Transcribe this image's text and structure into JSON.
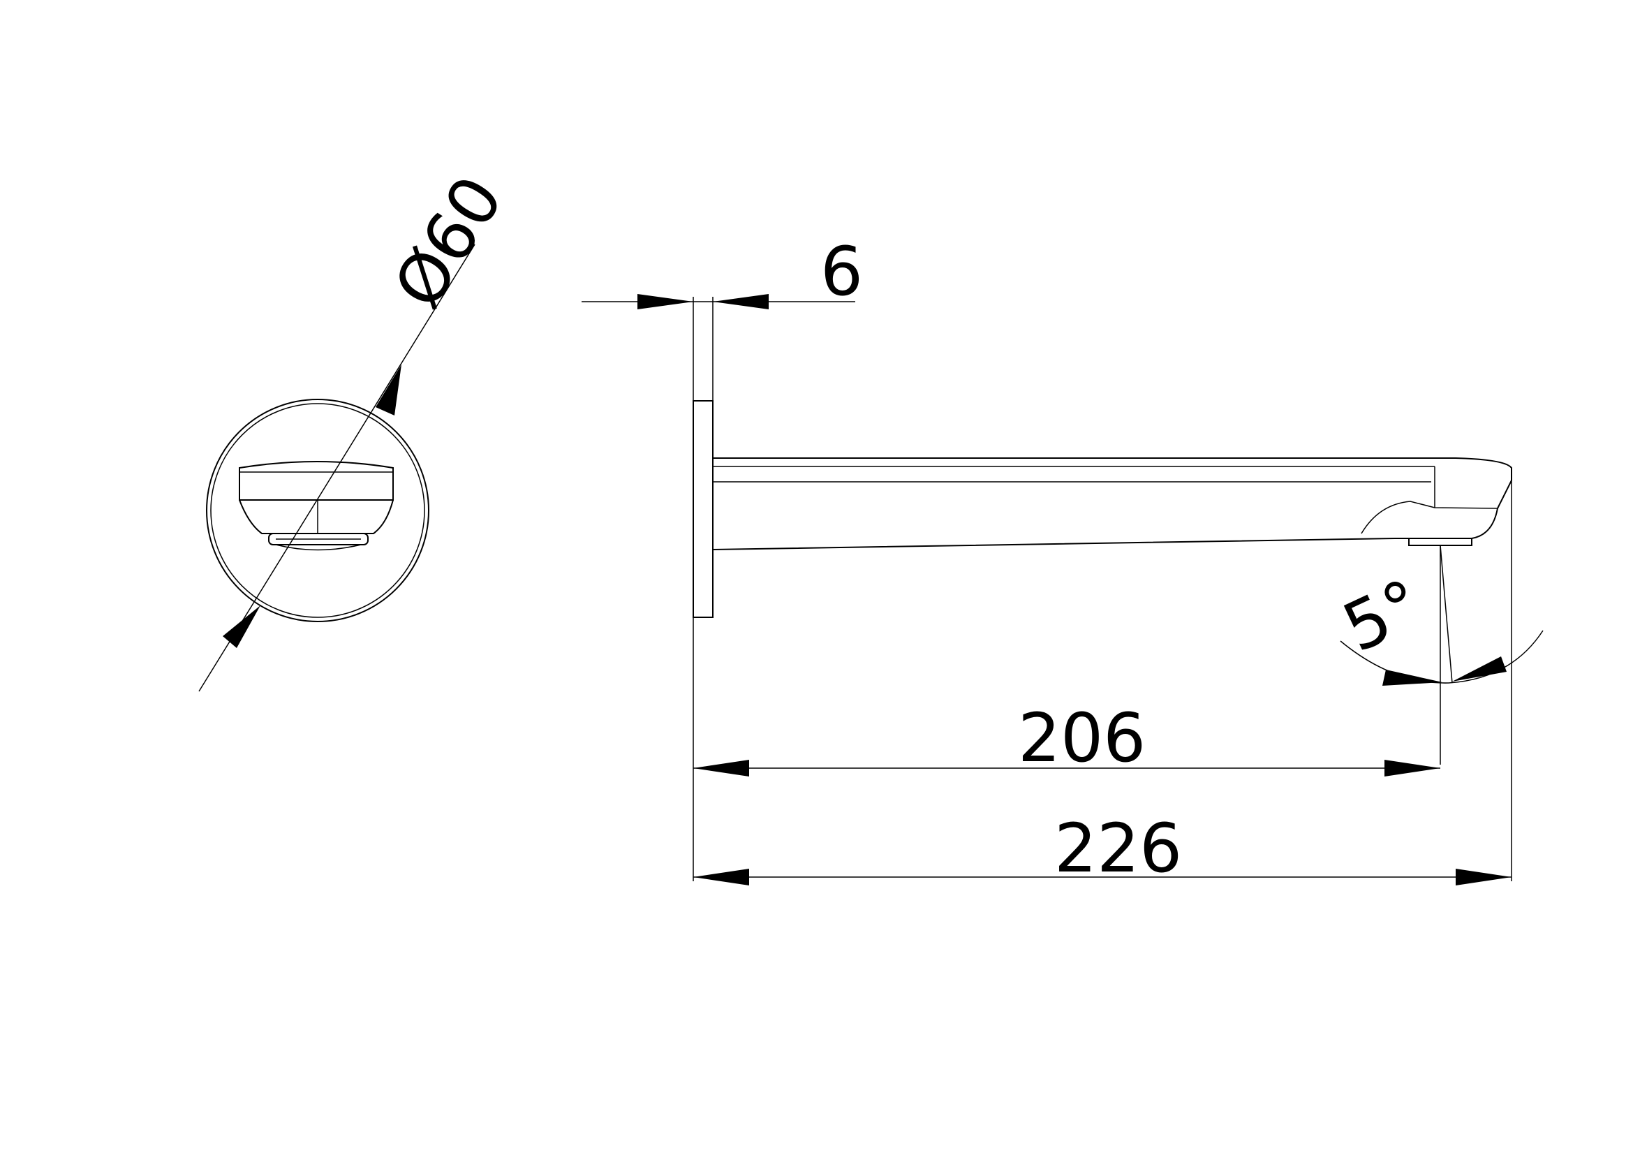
{
  "drawing": {
    "front_view": {
      "diameter_label": "Ø60"
    },
    "side_view": {
      "plate_thickness_label": "6",
      "angle_label": "5°",
      "outlet_length_label": "206",
      "overall_length_label": "226"
    },
    "colors": {
      "line": "#000000",
      "background": "#ffffff"
    }
  }
}
